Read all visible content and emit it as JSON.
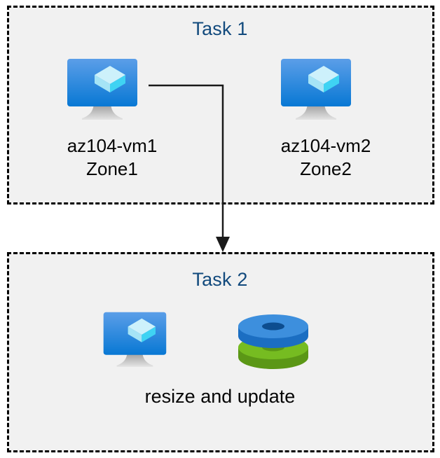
{
  "diagram": {
    "title_color": "#124a7d",
    "box_fill": "#f1f1f1",
    "box_border_color": "#000000",
    "label_color": "#050505",
    "canvas_background": "#ffffff",
    "groups": [
      {
        "id": "task1",
        "title": "Task 1",
        "nodes": [
          {
            "id": "vm1",
            "icon": "virtual-machine-icon",
            "label": "az104-vm1\nZone1",
            "name": "az104-vm1",
            "zone": "Zone1"
          },
          {
            "id": "vm2",
            "icon": "virtual-machine-icon",
            "label": "az104-vm2\nZone2",
            "name": "az104-vm2",
            "zone": "Zone2"
          }
        ]
      },
      {
        "id": "task2",
        "title": "Task 2",
        "caption": "resize and update",
        "nodes": [
          {
            "id": "vm3",
            "icon": "virtual-machine-icon",
            "label": ""
          },
          {
            "id": "disks",
            "icon": "managed-disks-icon",
            "label": ""
          }
        ]
      }
    ],
    "connector": {
      "from": "vm1",
      "to": "task2",
      "style": "elbow-arrow",
      "color": "#1a1a1a"
    },
    "icon_colors": {
      "vm_screen_top": "#4f9ae8",
      "vm_screen_bottom": "#0a7ad4",
      "vm_cube_top": "#c4eefc",
      "vm_cube_left": "#9fe2f5",
      "vm_cube_right": "#40d3f5",
      "vm_stand": "#b3b3b3",
      "disk_blue_top": "#3d8fdd",
      "disk_blue_side": "#1b6ec2",
      "disk_blue_hole": "#0d4d8f",
      "disk_green_top": "#76bc21",
      "disk_green_side": "#5b9716",
      "disk_green_hole": "#5b9716"
    }
  }
}
